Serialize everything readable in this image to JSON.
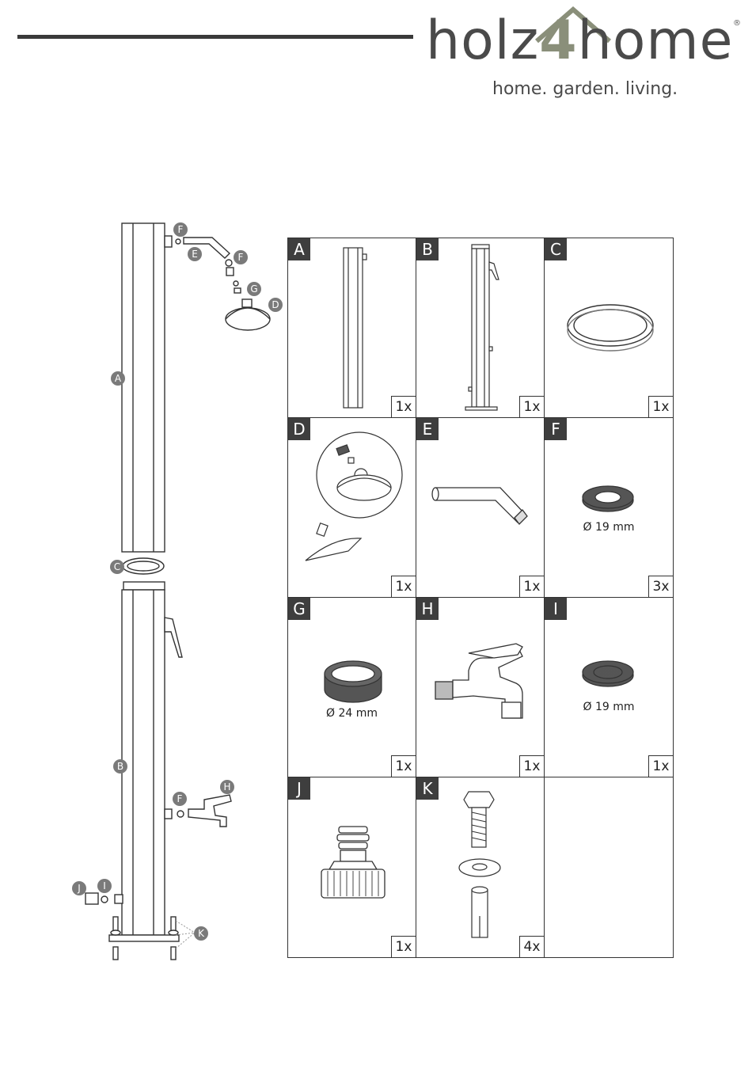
{
  "brand": {
    "name_part1": "holz",
    "name_part2": "4",
    "name_part3": "home",
    "registered": "®",
    "tagline": "home. garden. living."
  },
  "assembly_labels": {
    "A": "A",
    "B": "B",
    "C": "C",
    "D": "D",
    "E": "E",
    "F1": "F",
    "F2": "F",
    "F3": "F",
    "G": "G",
    "H": "H",
    "I": "I",
    "J": "J",
    "K": "K"
  },
  "parts": [
    {
      "letter": "A",
      "qty": "1x",
      "note": "",
      "icon": "tall-post-icon"
    },
    {
      "letter": "B",
      "qty": "1x",
      "note": "",
      "icon": "post-with-base-icon"
    },
    {
      "letter": "C",
      "qty": "1x",
      "note": "",
      "icon": "o-ring-icon"
    },
    {
      "letter": "D",
      "qty": "1x",
      "note": "",
      "icon": "shower-head-icon"
    },
    {
      "letter": "E",
      "qty": "1x",
      "note": "",
      "icon": "shower-arm-icon"
    },
    {
      "letter": "F",
      "qty": "3x",
      "note": "Ø 19 mm",
      "icon": "gasket-icon"
    },
    {
      "letter": "G",
      "qty": "1x",
      "note": "Ø 24 mm",
      "icon": "thick-gasket-icon"
    },
    {
      "letter": "H",
      "qty": "1x",
      "note": "",
      "icon": "tap-icon"
    },
    {
      "letter": "I",
      "qty": "1x",
      "note": "Ø 19 mm",
      "icon": "filter-gasket-icon"
    },
    {
      "letter": "J",
      "qty": "1x",
      "note": "",
      "icon": "hose-connector-icon"
    },
    {
      "letter": "K",
      "qty": "4x",
      "note": "",
      "icon": "bolt-washer-anchor-icon"
    },
    {
      "letter": "",
      "qty": "",
      "note": "",
      "icon": ""
    }
  ],
  "colors": {
    "ink": "#333333",
    "badge": "#3e3e3e",
    "logo_accent": "#8a8f7a"
  }
}
